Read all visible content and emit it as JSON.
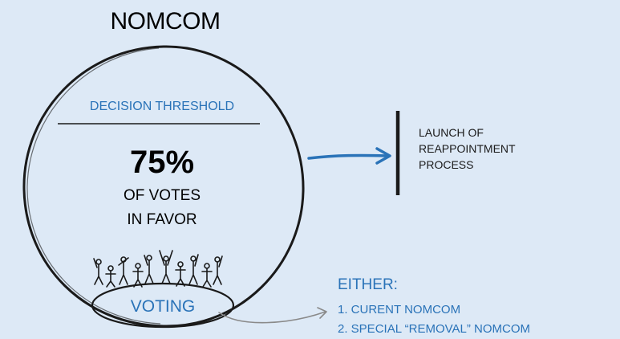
{
  "diagram": {
    "title": "NOMCOM",
    "threshold_label": "DECISION THRESHOLD",
    "threshold_value": "75%",
    "votes_line1": "OF VOTES",
    "votes_line2": "IN FAVOR",
    "voting_label": "VOTING",
    "launch_lines": [
      "LAUNCH OF",
      "REAPPOINTMENT",
      "PROCESS"
    ],
    "either_title": "EITHER:",
    "either_options": [
      "1. CURENT NOMCOM",
      "2. SPECIAL “REMOVAL” NOMCOM"
    ],
    "colors": {
      "background": "#dde9f6",
      "accent_blue": "#2a73b8",
      "ink": "#1a1a1a",
      "gray_arrow": "#8a8a8a"
    }
  }
}
